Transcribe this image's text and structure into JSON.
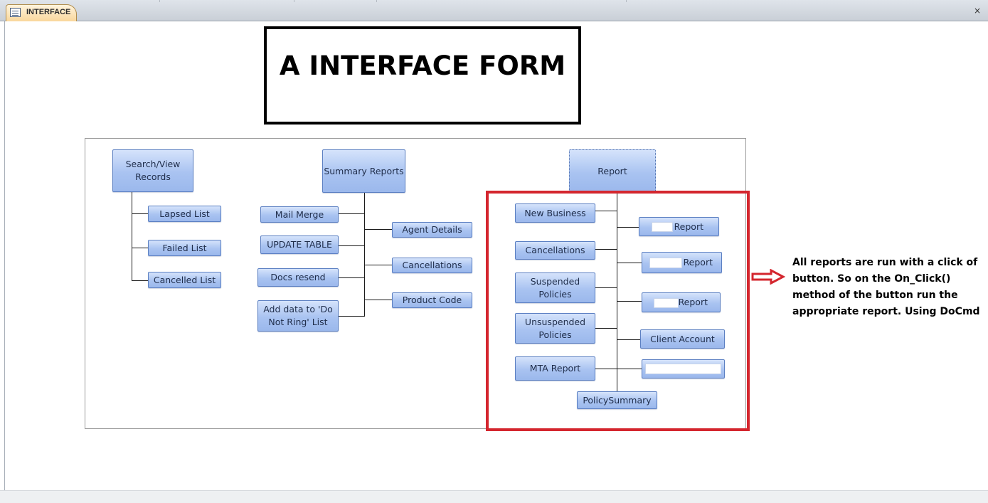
{
  "tab": {
    "title": "INTERFACE",
    "close": "×"
  },
  "heading": "A INTERFACE FORM",
  "col1": {
    "main": "Search/View Records",
    "items": [
      "Lapsed List",
      "Failed List",
      "Cancelled List"
    ]
  },
  "col2": {
    "main": "Summary Reports",
    "left": [
      "Mail Merge",
      "UPDATE TABLE",
      "Docs resend",
      "Add data to 'Do Not Ring' List"
    ],
    "right": [
      "Agent Details",
      "Cancellations",
      "Product Code"
    ]
  },
  "col3": {
    "main": "Report",
    "left": [
      "New Business",
      "Cancellations",
      "Suspended Policies",
      "Unsuspended Policies",
      "MTA Report"
    ],
    "right": [
      "Report",
      "Report",
      "Report",
      "Client Account"
    ],
    "bottom": "PolicySummary"
  },
  "note": "All reports are run with a click of button. So on the On_Click() method of the button run the appropriate report. Using DoCmd",
  "colors": {
    "accent_red": "#d4262e",
    "button_fill": "#a9c3f1",
    "button_border": "#5b7fc2",
    "tab_fill": "#f9d79c"
  }
}
